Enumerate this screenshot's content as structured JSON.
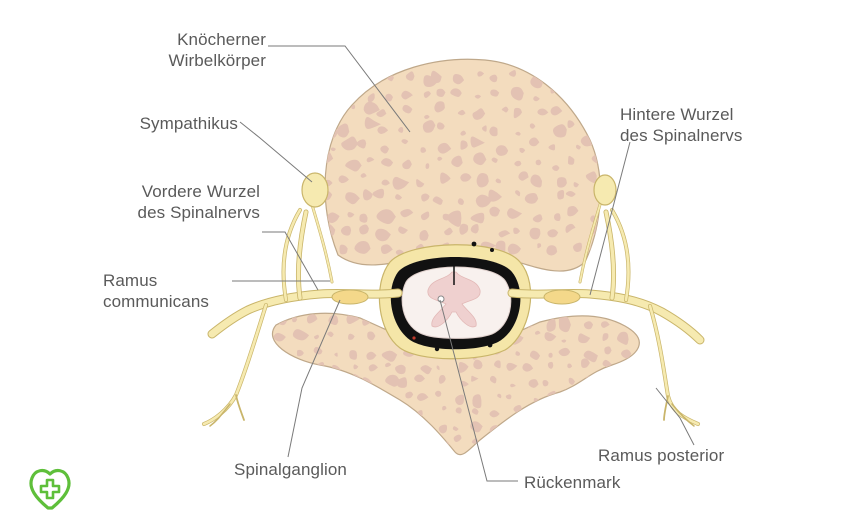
{
  "labels": {
    "vertebral_body": [
      "Knöcherner",
      "Wirbelkörper"
    ],
    "sympathikus": "Sympathikus",
    "anterior_root": [
      "Vordere Wurzel",
      "des Spinalnervs"
    ],
    "ramus_communicans": [
      "Ramus",
      "communicans"
    ],
    "spinal_ganglion": "Spinalganglion",
    "spinal_cord": "Rückenmark",
    "posterior_root": [
      "Hintere Wurzel",
      "des Spinalnervs"
    ],
    "ramus_posterior": "Ramus posterior"
  },
  "colors": {
    "bone": "#f3dcbe",
    "bone_outline": "#bfa88a",
    "cavity": "#e3c2b3",
    "nerve": "#f6eab0",
    "nerve_outline": "#c9b56a",
    "canal": "#111111",
    "cord": "#f8f1ee",
    "leader": "#7a7a7a",
    "logo": "#5ebf3a"
  },
  "icons": {
    "logo": "heart-cross-logo-icon"
  }
}
